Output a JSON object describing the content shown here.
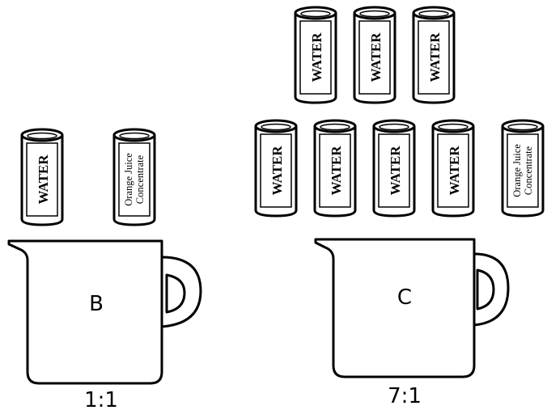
{
  "water_label": "WATER",
  "juice_label_line1": "Orange Juice",
  "juice_label_line2": "Concentrate",
  "pitcher_b": {
    "letter": "B",
    "ratio": "1:1"
  },
  "pitcher_c": {
    "letter": "C",
    "ratio": "7:1"
  }
}
